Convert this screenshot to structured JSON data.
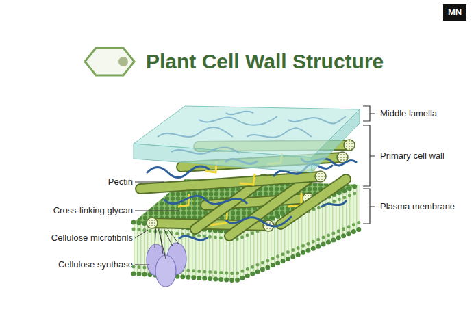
{
  "diagram": {
    "title": "Plant Cell Wall Structure",
    "labels": [
      "MN",
      "Middle lamella",
      "Primary cell wall",
      "Plasma membrane",
      "Pectin",
      "Cross-linking glycan",
      "Cellulose microfibrils",
      "Cellulose synthase"
    ]
  }
}
